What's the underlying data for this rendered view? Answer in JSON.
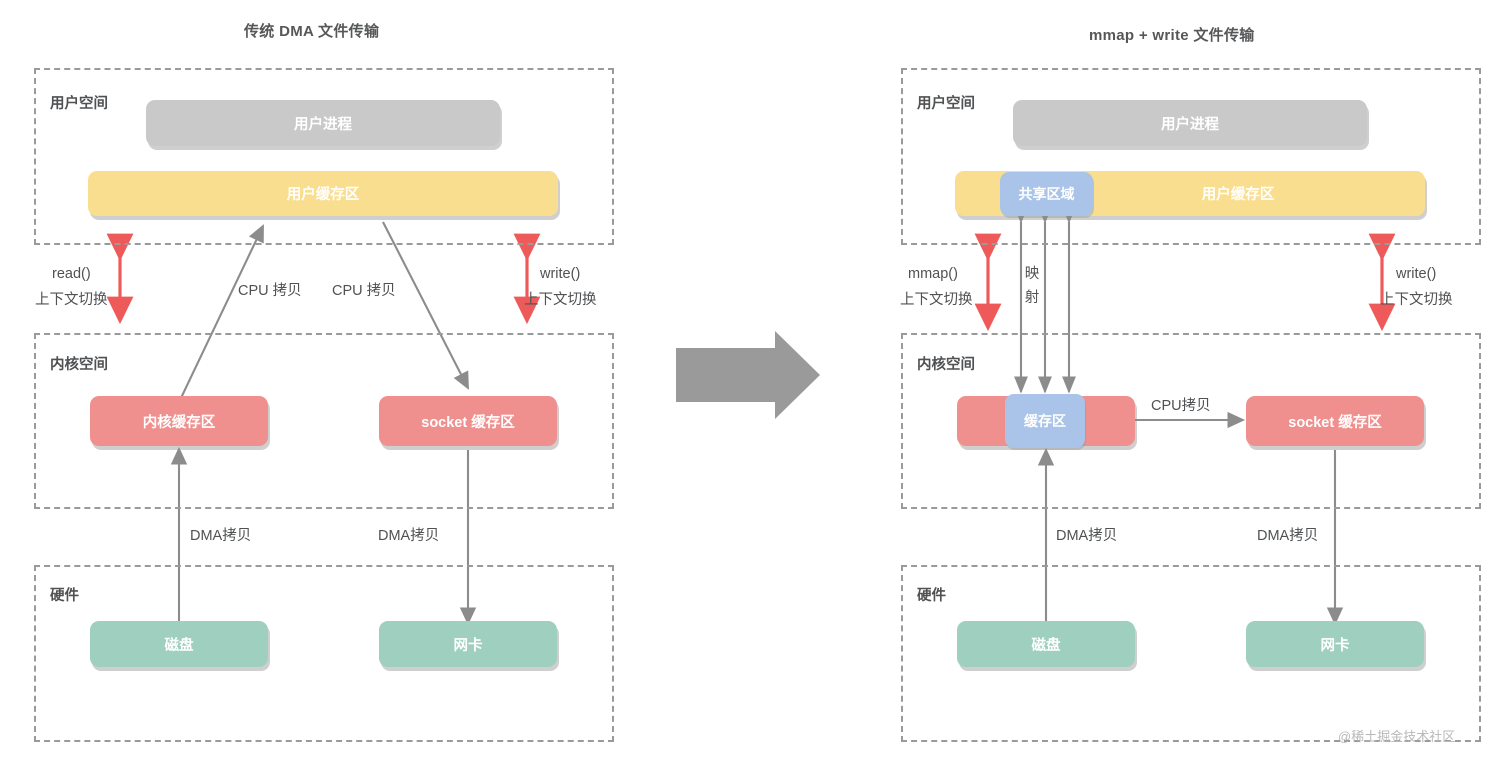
{
  "left_panel": {
    "title": "传统 DMA 文件传输",
    "zones": [
      {
        "name": "user-space",
        "label": "用户空间"
      },
      {
        "name": "kernel-space",
        "label": "内核空间"
      },
      {
        "name": "hardware",
        "label": "硬件"
      }
    ],
    "boxes": {
      "user_process": "用户进程",
      "user_buffer": "用户缓存区",
      "kernel_buffer": "内核缓存区",
      "socket_buffer": "socket 缓存区",
      "disk": "磁盘",
      "nic": "网卡"
    },
    "labels": {
      "read_call": "read()",
      "read_switch": "上下文切换",
      "write_call": "write()",
      "write_switch": "上下文切换",
      "cpu_copy_1": "CPU 拷贝",
      "cpu_copy_2": "CPU 拷贝",
      "dma_copy_1": "DMA拷贝",
      "dma_copy_2": "DMA拷贝"
    }
  },
  "right_panel": {
    "title": "mmap + write 文件传输",
    "zones": [
      {
        "name": "user-space",
        "label": "用户空间"
      },
      {
        "name": "kernel-space",
        "label": "内核空间"
      },
      {
        "name": "hardware",
        "label": "硬件"
      }
    ],
    "boxes": {
      "user_process": "用户进程",
      "user_buffer": "用户缓存区",
      "shared_area": "共享区域",
      "kernel_buffer": "缓存区",
      "socket_buffer": "socket 缓存区",
      "disk": "磁盘",
      "nic": "网卡"
    },
    "labels": {
      "mmap_call": "mmap()",
      "mmap_switch": "上下文切换",
      "write_call": "write()",
      "write_switch": "上下文切换",
      "mapping_line1": "映",
      "mapping_line2": "射",
      "cpu_copy": "CPU拷贝",
      "dma_copy_1": "DMA拷贝",
      "dma_copy_2": "DMA拷贝"
    }
  },
  "transition_arrow": {
    "name": "transition-arrow",
    "direction": "right"
  },
  "watermark": "@稀土掘金技术社区",
  "colors": {
    "gray_box": "#c9c9c9",
    "yellow_box": "#fade90",
    "red_box": "#f0908e",
    "green_box": "#9fcfbe",
    "blue_box": "#a9c4e8",
    "arrow_gray": "#8c8c8c",
    "arrow_red": "#ee5a5a",
    "dashed_border": "#9a9a9a",
    "text_dark": "#4f5153"
  }
}
